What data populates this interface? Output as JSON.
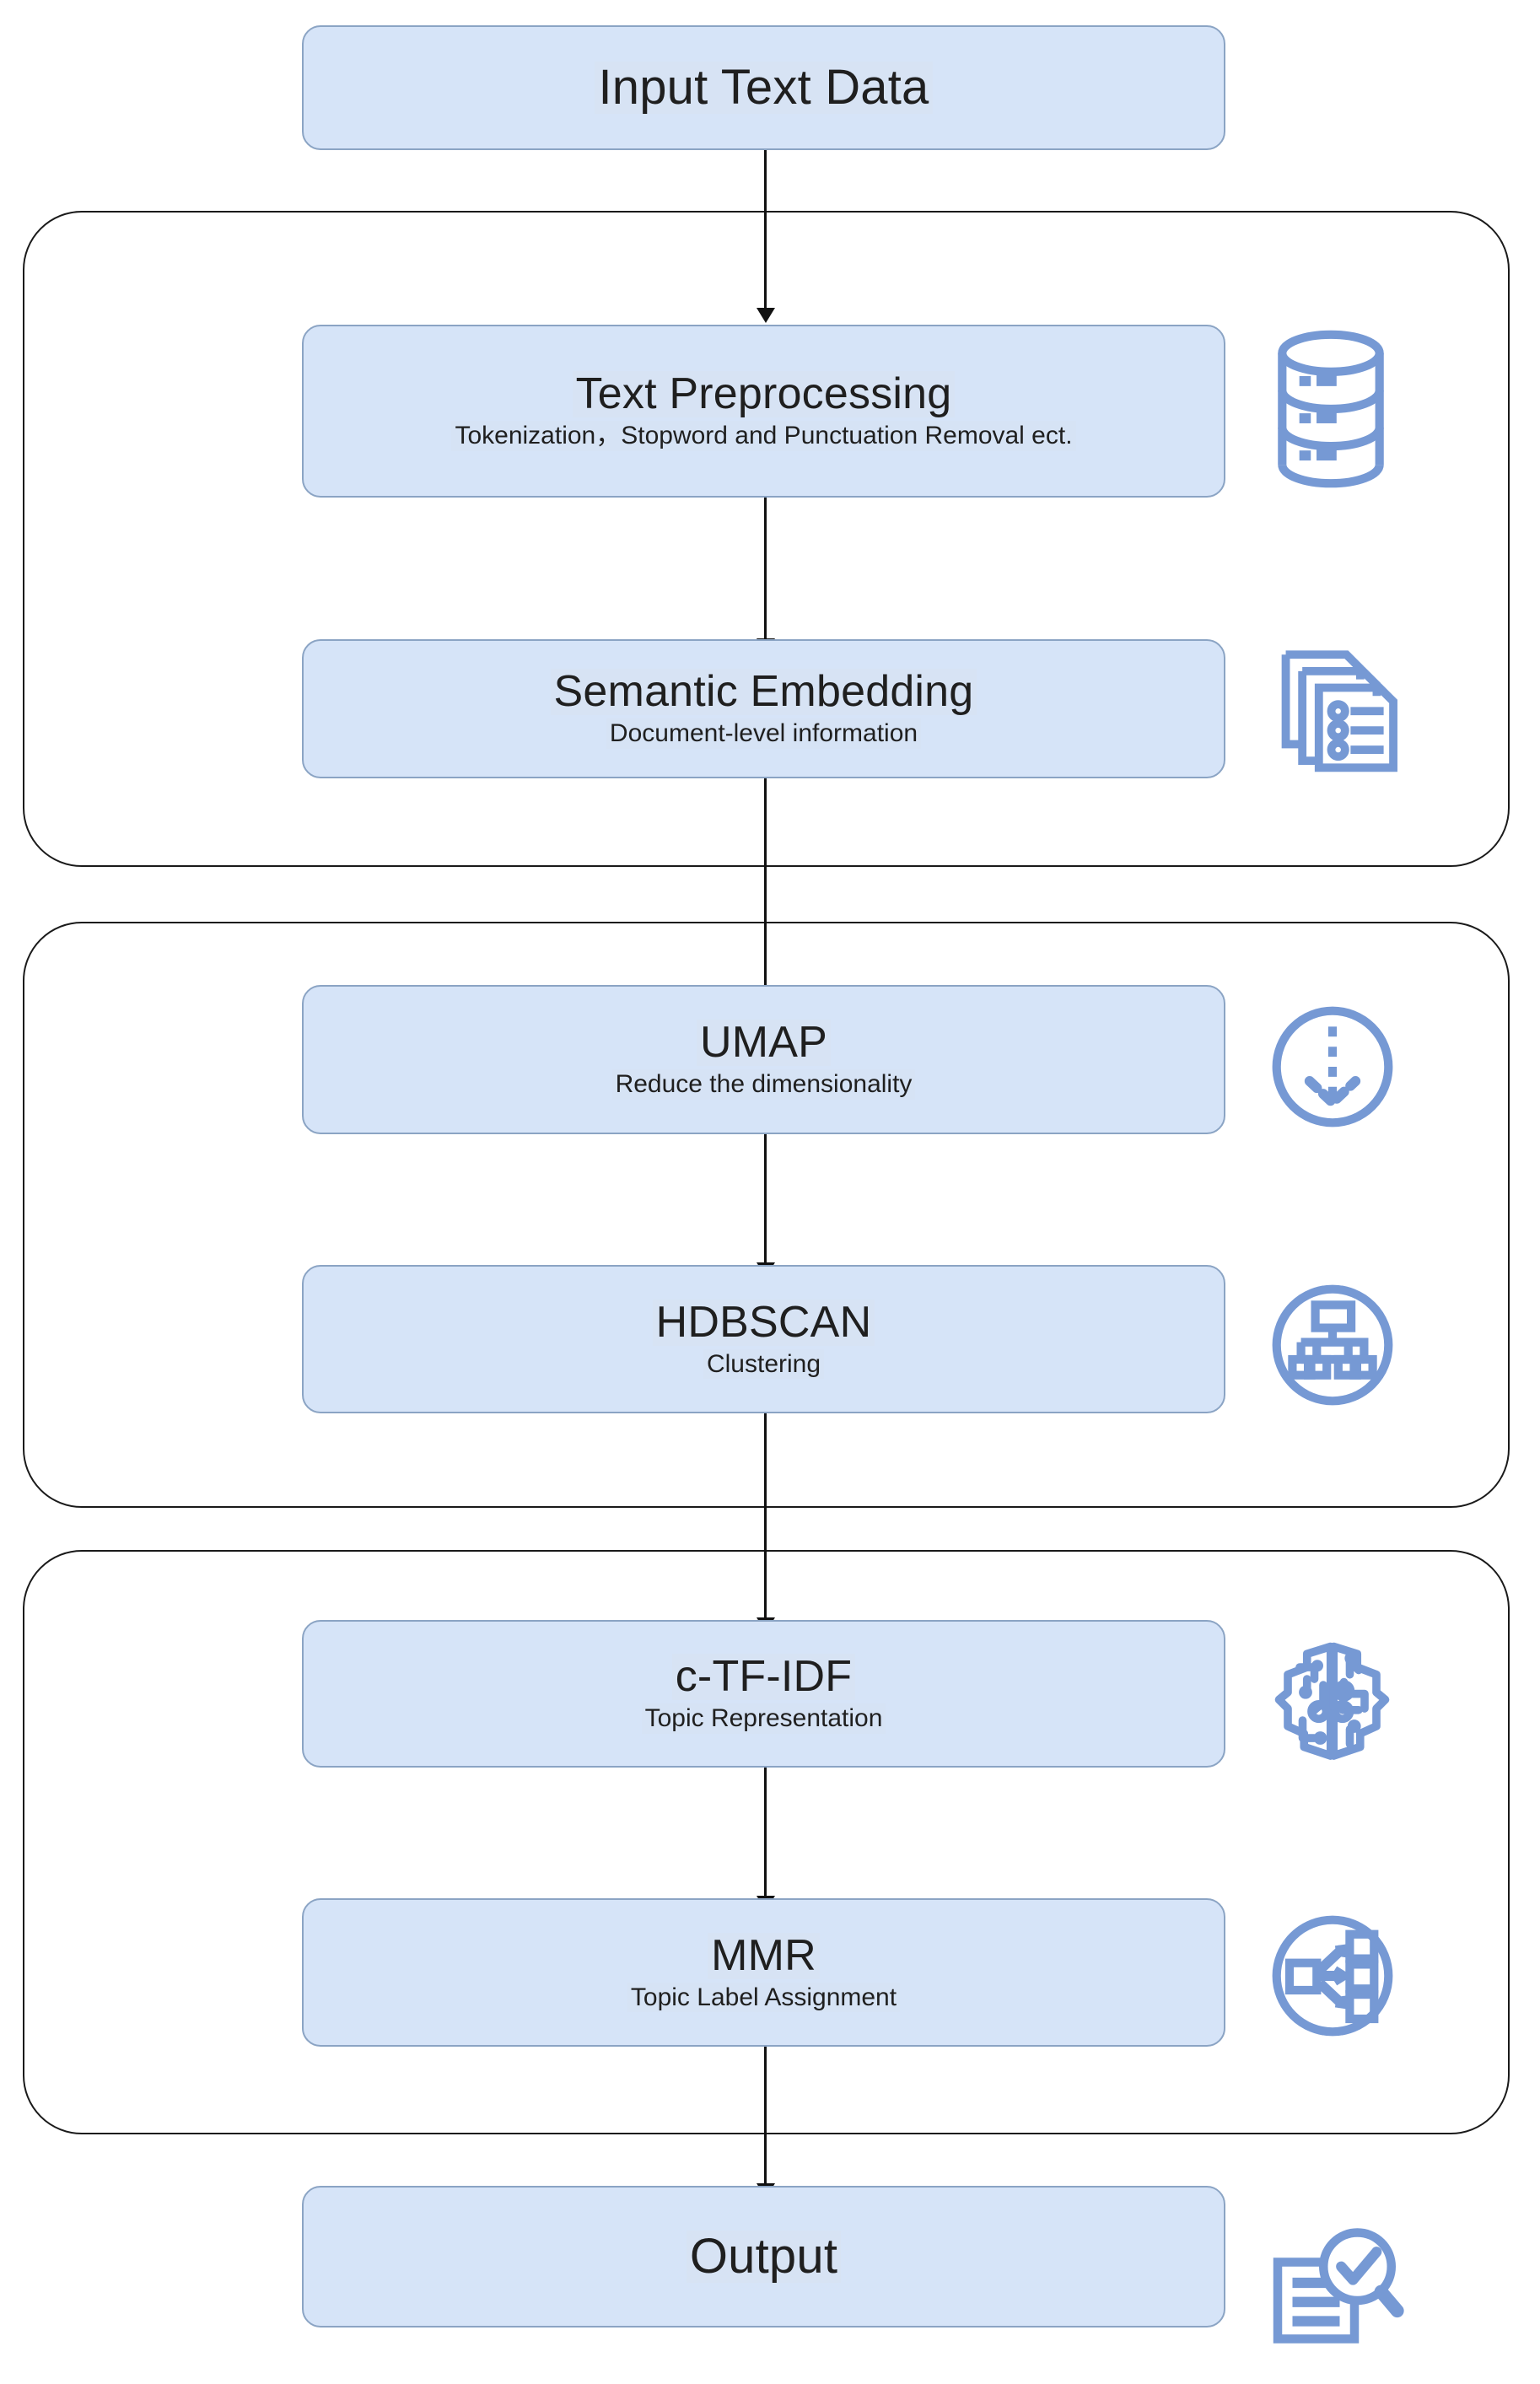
{
  "diagram": {
    "title": "Topic Modeling Pipeline Flowchart",
    "accent_fill": "#d6e4f8",
    "accent_border": "#8ba4c4",
    "icon_color": "#7699d4",
    "group_border": "#1a1a1a",
    "text_color": "#1f1f1f",
    "background": "#ffffff"
  },
  "nodes": [
    {
      "id": "input",
      "title": "Input Text Data",
      "subtitle": "",
      "icon": "none"
    },
    {
      "id": "text-preprocessing",
      "title": "Text Preprocessing",
      "subtitle": "Tokenization，Stopword and Punctuation Removal ect.",
      "icon": "database-icon"
    },
    {
      "id": "semantic-embedding",
      "title": "Semantic Embedding",
      "subtitle": "Document-level information",
      "icon": "documents-icon"
    },
    {
      "id": "umap",
      "title": "UMAP",
      "subtitle": "Reduce the dimensionality",
      "icon": "dimension-reduction-icon"
    },
    {
      "id": "hdbscan",
      "title": "HDBSCAN",
      "subtitle": "Clustering",
      "icon": "hierarchy-cluster-icon"
    },
    {
      "id": "ctfidf",
      "title": "c-TF-IDF",
      "subtitle": "Topic Representation",
      "icon": "ai-brain-icon"
    },
    {
      "id": "mmr",
      "title": "MMR",
      "subtitle": "Topic Label Assignment",
      "icon": "distribute-nodes-icon"
    },
    {
      "id": "output",
      "title": "Output",
      "subtitle": "",
      "icon": "document-review-icon"
    }
  ],
  "groups": [
    {
      "id": "preprocessing-stage",
      "label": ""
    },
    {
      "id": "clustering-stage",
      "label": ""
    },
    {
      "id": "representation-stage",
      "label": ""
    }
  ],
  "connections": [
    {
      "from": "input",
      "to": "text-preprocessing"
    },
    {
      "from": "text-preprocessing",
      "to": "semantic-embedding"
    },
    {
      "from": "semantic-embedding",
      "to": "umap"
    },
    {
      "from": "umap",
      "to": "hdbscan"
    },
    {
      "from": "hdbscan",
      "to": "ctfidf"
    },
    {
      "from": "ctfidf",
      "to": "mmr"
    },
    {
      "from": "mmr",
      "to": "output"
    }
  ]
}
